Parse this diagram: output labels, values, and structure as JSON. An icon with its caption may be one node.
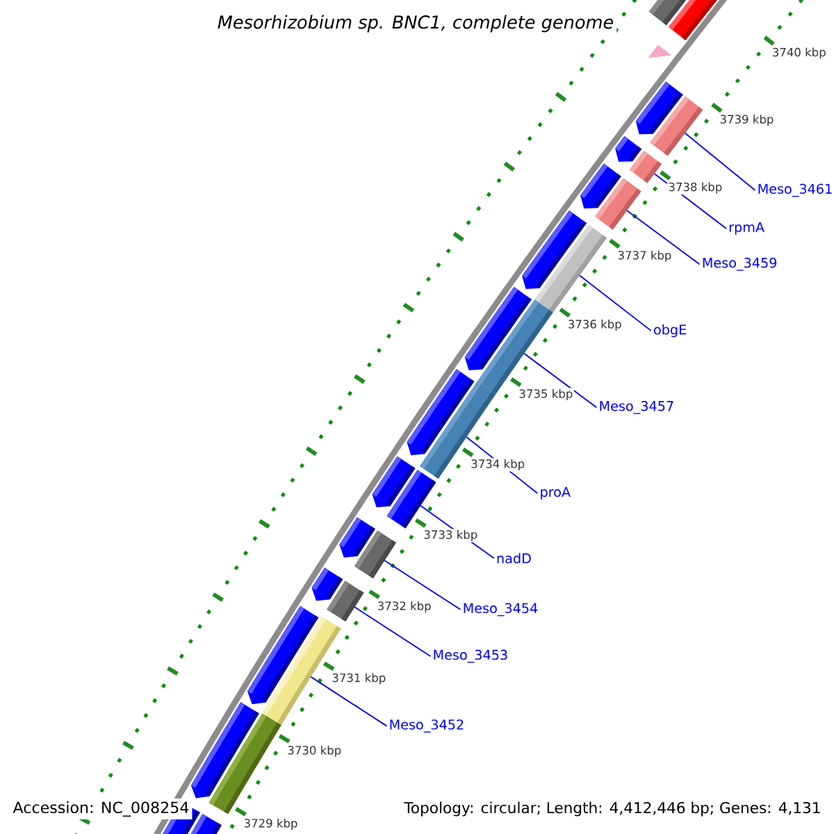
{
  "diagram": {
    "title": "Mesorhizobium sp. BNC1, complete genome",
    "nodes": [
      {
        "text": [
          "Meso_3461"
        ]
      },
      {
        "text": [
          "rpmA"
        ]
      },
      {
        "text": [
          "Meso_3459"
        ]
      },
      {
        "text": [
          "obgE"
        ]
      },
      {
        "text": [
          "Meso_3457"
        ]
      },
      {
        "text": [
          "proA"
        ]
      },
      {
        "text": [
          "nadD"
        ]
      },
      {
        "text": [
          "Meso_3454"
        ]
      },
      {
        "text": [
          "Meso_3453"
        ]
      },
      {
        "text": [
          "Meso_3452"
        ]
      },
      {
        "text": [],
        "shape": "bar"
      },
      {
        "text": [],
        "shape": "bar"
      },
      {
        "text": [],
        "shape": "bar"
      },
      {
        "text": [],
        "shape": "bar"
      },
      {
        "text": [],
        "shape": "bar"
      },
      {
        "text": [],
        "shape": "bar"
      },
      {
        "text": [],
        "shape": "bar"
      },
      {
        "text": [],
        "shape": "bar"
      },
      {
        "text": [],
        "shape": "bar"
      },
      {
        "text": [],
        "shape": "bar"
      }
    ],
    "edges": [
      {
        "from": 0,
        "to": 10,
        "arrow": "none"
      },
      {
        "from": 1,
        "to": 11,
        "arrow": "none"
      },
      {
        "from": 2,
        "to": 12,
        "arrow": "none"
      },
      {
        "from": 3,
        "to": 13,
        "arrow": "none"
      },
      {
        "from": 4,
        "to": 14,
        "arrow": "none"
      },
      {
        "from": 5,
        "to": 15,
        "arrow": "none"
      },
      {
        "from": 6,
        "to": 16,
        "arrow": "none"
      },
      {
        "from": 7,
        "to": 17,
        "arrow": "none"
      },
      {
        "from": 8,
        "to": 18,
        "arrow": "none"
      },
      {
        "from": 9,
        "to": 19,
        "arrow": "none"
      }
    ],
    "labels": [
      "3740 kbp",
      "3739 kbp",
      "3738 kbp",
      "3737 kbp",
      "3736 kbp",
      "3735 kbp",
      "3734 kbp",
      "3733 kbp",
      "3732 kbp",
      "3731 kbp",
      "3730 kbp",
      "3729 kbp",
      "Accession: NC_008254",
      "Topology: circular; Length: 4,412,446 bp; Genes: 4,131"
    ]
  }
}
